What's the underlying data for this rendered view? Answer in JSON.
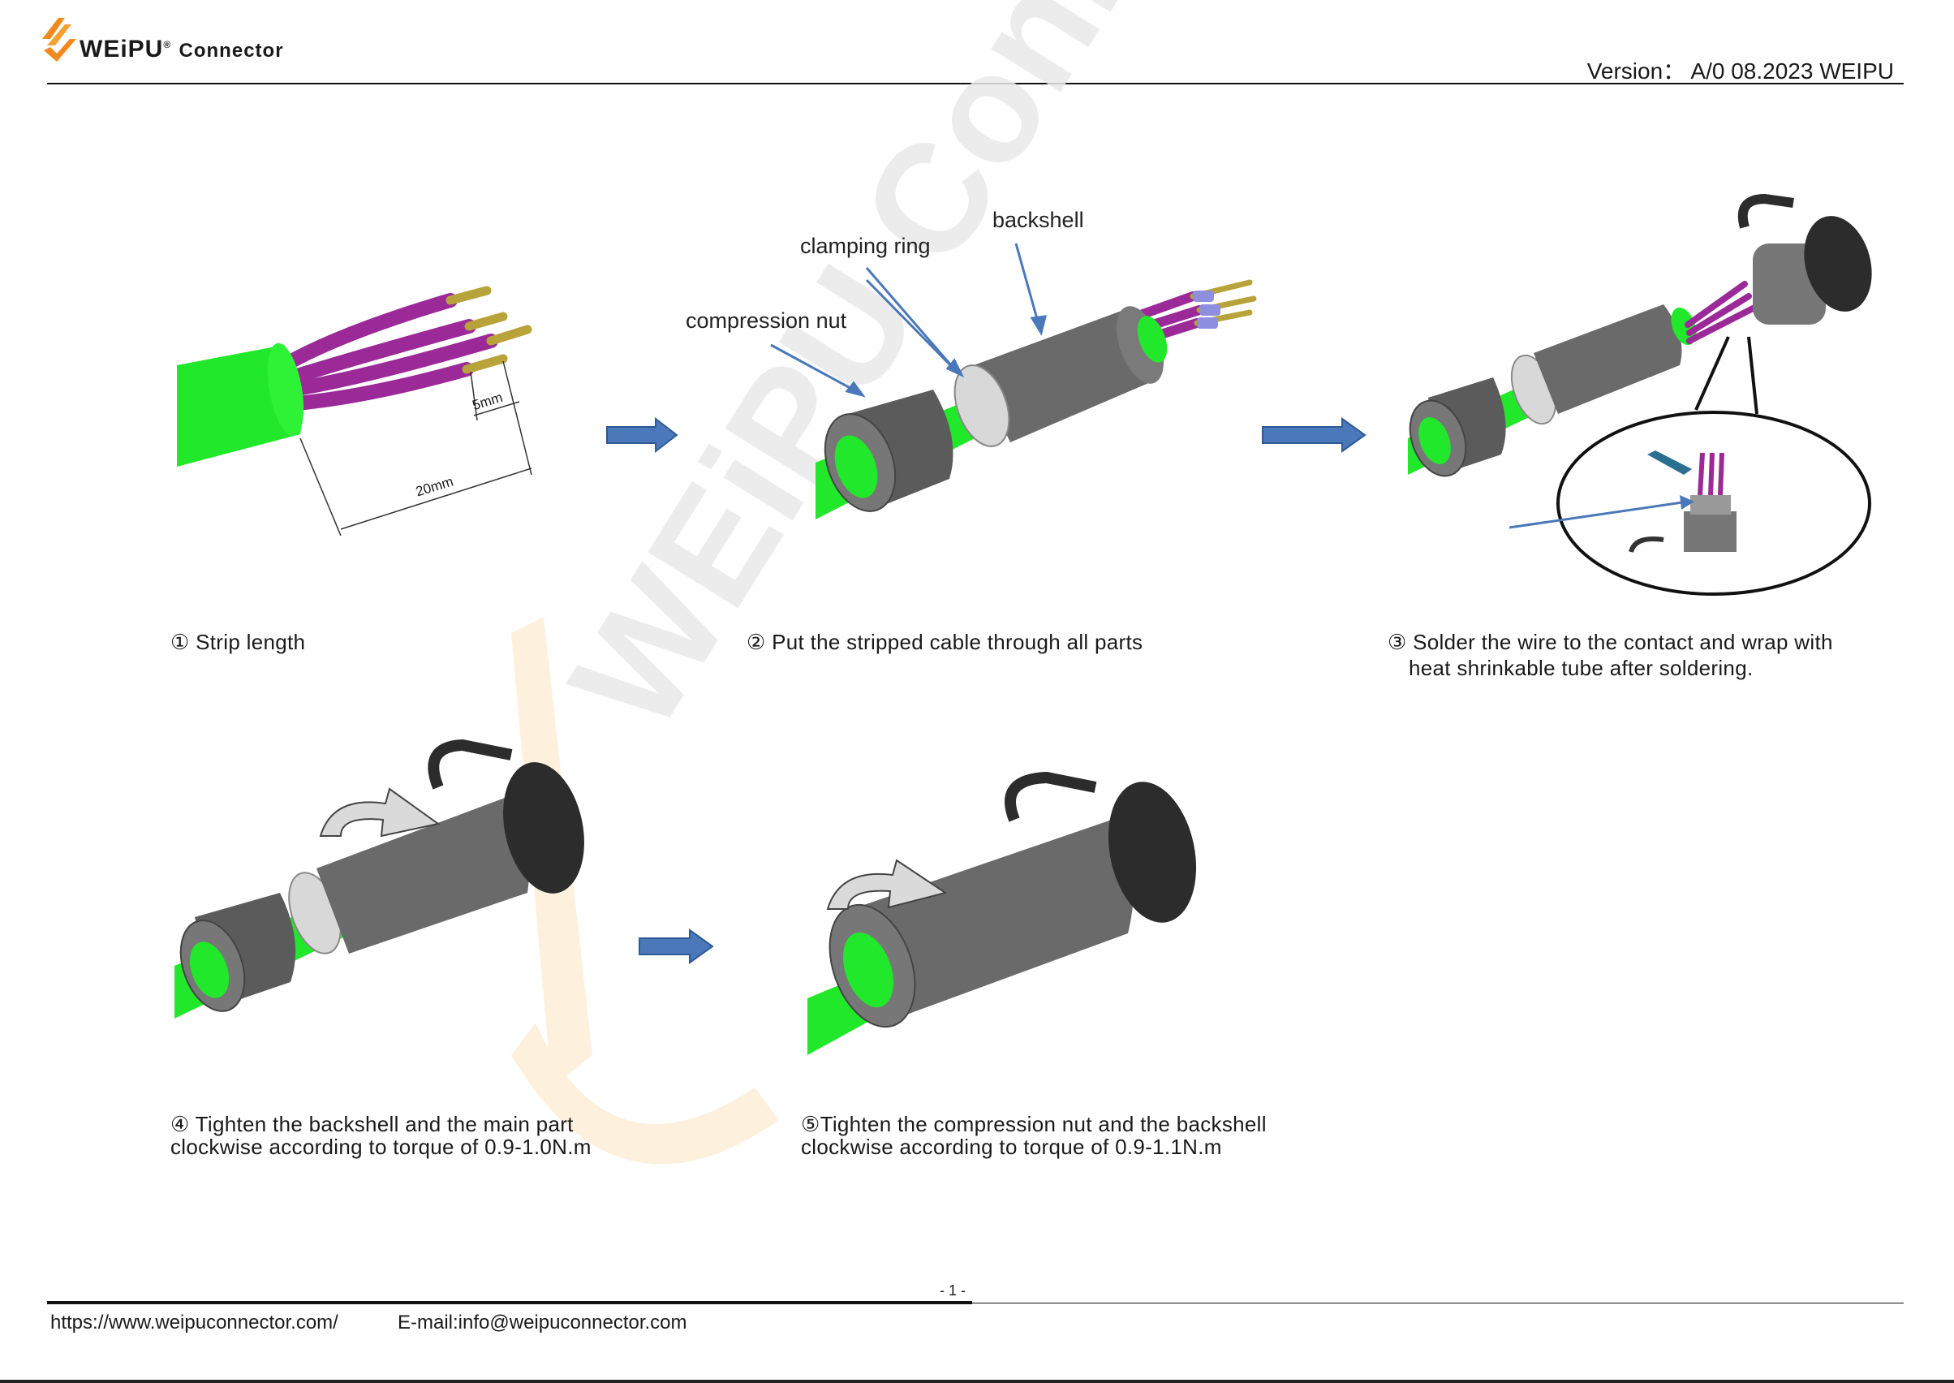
{
  "header": {
    "logo_text": "WEiPU",
    "logo_sub": "Connector",
    "registered_mark": "®",
    "version": "Version： A/0 08.2023   WEIPU"
  },
  "watermark": {
    "text": "WEiPU  Connector"
  },
  "steps": [
    {
      "number": "①",
      "caption": "Strip length",
      "dims": {
        "strip": "5mm",
        "total": "20mm"
      }
    },
    {
      "number": "②",
      "caption": "Put the stripped cable through all parts",
      "labels": {
        "backshell": "backshell",
        "clamping_ring": "clamping ring",
        "compression_nut": "compression nut"
      }
    },
    {
      "number": "③",
      "caption_line1": "Solder the wire to the contact and wrap with",
      "caption_line2": "heat shrinkable tube after soldering."
    },
    {
      "number": "④",
      "caption_line1": "Tighten the backshell and the main part",
      "caption_line2": "clockwise according to torque of 0.9-1.0N.m"
    },
    {
      "number": "⑤",
      "caption_line1": "Tighten the compression nut and the backshell",
      "caption_line2": "clockwise according to torque of 0.9-1.1N.m"
    }
  ],
  "footer": {
    "page_number": "- 1 -",
    "website": "https://www.weipuconnector.com/",
    "email": "E-mail:info@weipuconnector.com"
  },
  "colors": {
    "cable_green": "#21e82b",
    "wire_purple": "#9b2a98",
    "pin_gold": "#b8a23a",
    "body_gray": "#6a6a6a",
    "arrow_blue": "#4a78b8",
    "logo_orange": "#f08a1c",
    "watermark": "#eeeeee"
  }
}
